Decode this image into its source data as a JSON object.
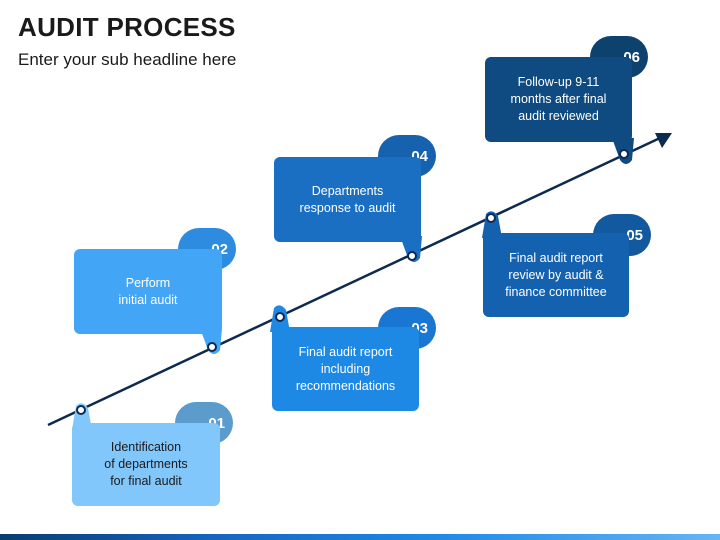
{
  "header": {
    "title": "AUDIT PROCESS",
    "subtitle": "Enter your sub headline here"
  },
  "steps": [
    {
      "number": "01",
      "text": "Identification\nof departments\nfor final audit",
      "color": "#82c7fb",
      "tab_color": "#5c9ccc",
      "text_color": "#1a1a1a"
    },
    {
      "number": "02",
      "text": "Perform\ninitial audit",
      "color": "#42a5f5",
      "tab_color": "#2e8ce0",
      "text_color": "#ffffff"
    },
    {
      "number": "03",
      "text": "Final audit report\nincluding\nrecommendations",
      "color": "#1e88e5",
      "tab_color": "#1976d2",
      "text_color": "#ffffff"
    },
    {
      "number": "04",
      "text": "Departments\nresponse to audit",
      "color": "#1a6fc2",
      "tab_color": "#1662ae",
      "text_color": "#ffffff"
    },
    {
      "number": "05",
      "text": "Final audit report\nreview by audit &\nfinance committee",
      "color": "#1461b0",
      "tab_color": "#12599f",
      "text_color": "#ffffff"
    },
    {
      "number": "06",
      "text": "Follow-up 9-11\nmonths after final\naudit reviewed",
      "color": "#0f4a80",
      "tab_color": "#0d426f",
      "text_color": "#ffffff"
    }
  ],
  "colors": {
    "timeline": "#0d2a4f"
  }
}
